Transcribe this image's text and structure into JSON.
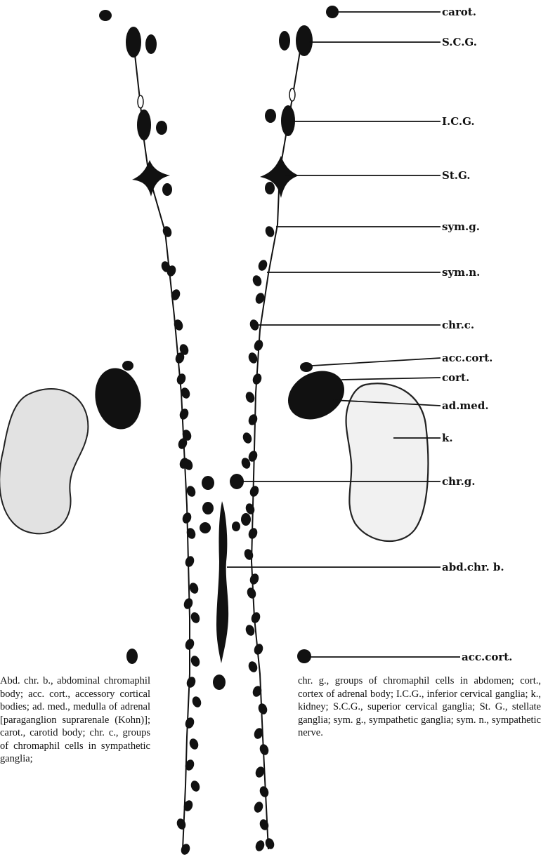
{
  "labels": {
    "carot": "carot.",
    "scg": "S.C.G.",
    "icg": "I.C.G.",
    "stg": "St.G.",
    "symg": "sym.g.",
    "symn": "sym.n.",
    "chrc": "chr.c.",
    "acccort_top": "acc.cort.",
    "cort": "cort.",
    "admed": "ad.med.",
    "k": "k.",
    "chrg": "chr.g.",
    "abdchrb": "abd.chr. b.",
    "acccort_bottom": "acc.cort."
  },
  "caption": {
    "left": "Abd. chr. b., abdominal chromaphil body; acc. cort., accessory cortical bodies; ad. med., medulla of adrenal [paraganglion suprarenale (Kohn)]; carot., carotid body; chr. c., groups of chromaphil cells in sympathetic ganglia;",
    "right": "chr. g., groups of chromaphil cells in abdomen; cort., cortex of adrenal body; I.C.G., inferior cervical ganglia; k., kidney; S.C.G., superior cervical ganglia; St. G., stellate ganglia; sym. g., sympathetic ganglia; sym. n., sympathetic nerve."
  },
  "colors": {
    "ink": "#111111",
    "kidney_left_fill": "#e2e2e2",
    "kidney_right_fill": "#f1f1f1"
  }
}
